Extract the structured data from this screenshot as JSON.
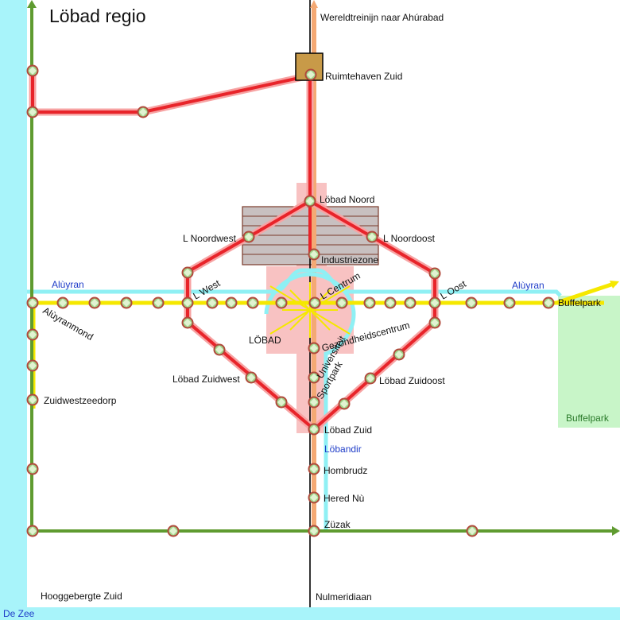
{
  "title": "Löbad regio",
  "colors": {
    "sea": "#a8f4fa",
    "park": "#c8f5c8",
    "city": "#f8c2c2",
    "metro": "#e8242a",
    "metro_halo": "#f7a3a3",
    "green_line": "#5f9b30",
    "yellow_line": "#f5e800",
    "cyan_line": "#8ff0f4",
    "orange_line": "#f4a974",
    "meridian": "#000000",
    "station_fill": "#9fd68b",
    "station_ring": "#b04a3c",
    "spaceport": "#c89a48",
    "industry_fill": "#c8c0c0",
    "industry_stroke": "#7a3a2a",
    "blue_label": "#1e3cc8",
    "green_label": "#2a7a2a"
  },
  "labels": {
    "wereldtreinijn": "Wereldtreinijn naar Ahúrabad",
    "ruimtehaven": "Ruimtehaven Zuid",
    "lobad_noord": "Löbad Noord",
    "l_noordwest": "L Noordwest",
    "l_noordoost": "L Noordoost",
    "industriezone": "Industriezone",
    "aluyran_west": "Alùyran",
    "aluyran_east": "Alùyran",
    "l_west": "L West",
    "l_centrum": "L Centrum",
    "l_oost": "L Oost",
    "buffelpark_stn": "Buffelpark",
    "aluyranmond": "Alùyranmond",
    "lobad_city": "LÖBAD",
    "gezondheidscentrum": "Gezondheidscentrum",
    "universiteit": "Universiteit",
    "sportpark": "Sportpark",
    "lobad_zuidwest": "Löbad Zuidwest",
    "lobad_zuidoost": "Löbad Zuidoost",
    "zuidwestzeedorp": "Zuidwestzeedorp",
    "buffelpark_area": "Buffelpark",
    "lobad_zuid": "Löbad Zuid",
    "lobandir": "Löbandir",
    "hombrudz": "Hombrudz",
    "hered_nu": "Hered Nù",
    "zuzak": "Züzak",
    "hooggebergte": "Hooggebergte Zuid",
    "nulmeridiaan": "Nulmeridiaan",
    "de_zee": "De Zee"
  }
}
